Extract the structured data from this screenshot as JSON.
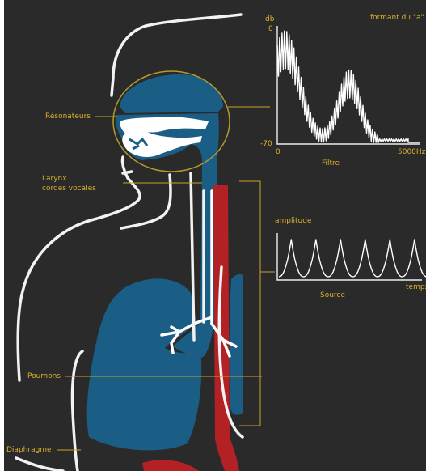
{
  "colors": {
    "background": "#2a2a2a",
    "label": "#d9b02e",
    "outline": "#f2f2f2",
    "organ_blue": "#1a5e85",
    "artery_red": "#b32125"
  },
  "labels": {
    "resonateurs": "Résonateurs",
    "larynx_line1": "Larynx",
    "larynx_line2": "cordes vocales",
    "poumons": "Poumons",
    "diaphragme": "Diaphragme"
  },
  "filter_graph": {
    "title": "formant du \"a\"",
    "y_unit": "db",
    "y_top": "0",
    "y_bottom": "-70",
    "x_start": "0",
    "x_end": "5000Hz",
    "caption": "Filtre"
  },
  "source_graph": {
    "y_label": "amplitude",
    "x_label": "temps",
    "caption": "Source"
  }
}
